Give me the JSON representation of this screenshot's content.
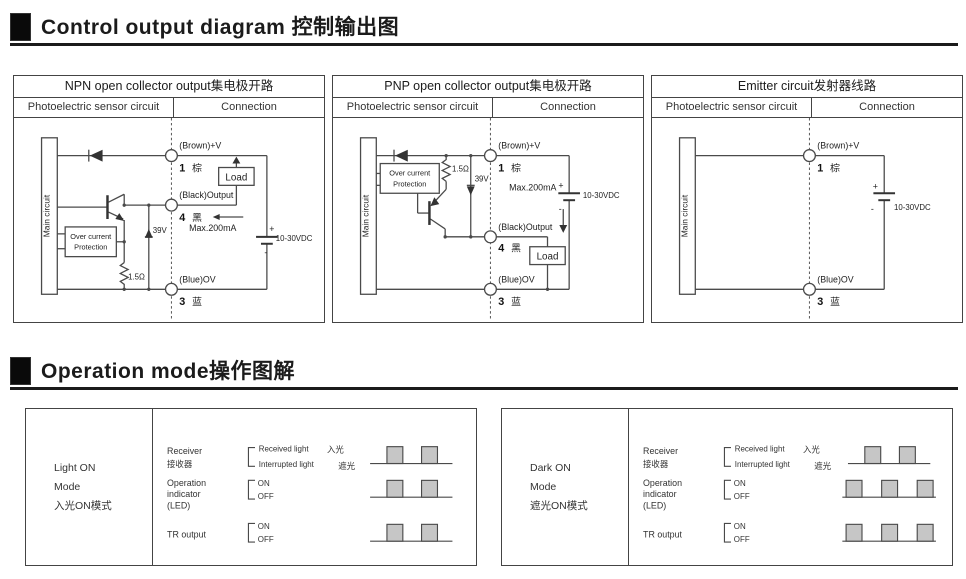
{
  "sections": {
    "control": {
      "title": "Control output diagram 控制输出图"
    },
    "operation": {
      "title": "Operation mode操作图解"
    }
  },
  "panels": {
    "npn": {
      "title": "NPN open collector output集电极开路",
      "col_left": "Photoelectric sensor circuit",
      "col_right": "Connection"
    },
    "pnp": {
      "title": "PNP open collector output集电极开路",
      "col_left": "Photoelectric sensor circuit",
      "col_right": "Connection"
    },
    "emitter": {
      "title": "Emitter circuit发射器线路",
      "col_left": "Photoelectric sensor circuit",
      "col_right": "Connection"
    }
  },
  "circuit": {
    "main_circuit": "Main circuit",
    "brown_v": "(Brown)+V",
    "pin1": "1",
    "brown_cn": "棕",
    "black_output": "(Black)Output",
    "pin4": "4",
    "black_cn": "黑",
    "blue_ov": "(Blue)OV",
    "pin3": "3",
    "blue_cn": "蓝",
    "max_current": "Max.200mA",
    "voltage": "10-30VDC",
    "plus": "+",
    "minus": "-",
    "load": "Load",
    "over_current1": "Over current",
    "over_current2": "Protection",
    "zener": "39V",
    "resistor": "1.5Ω"
  },
  "modes": {
    "light_on": {
      "line1": "Light ON",
      "line2": "Mode",
      "line3": "入光ON模式"
    },
    "dark_on": {
      "line1": "Dark ON",
      "line2": "Mode",
      "line3": "遮光ON模式"
    }
  },
  "op": {
    "receiver": "Receiver",
    "receiver_cn": "接收器",
    "received_light": "Received light",
    "received_light_cn": "入光",
    "interrupted_light": "Interrupted light",
    "interrupted_light_cn": "遮光",
    "operation": "Operation",
    "indicator": "indicator",
    "led": "(LED)",
    "on": "ON",
    "off": "OFF",
    "tr_output": "TR output"
  },
  "colors": {
    "line": "#4a4a4a",
    "pulse_fill": "#c6c6c6",
    "heading": "#111111"
  }
}
